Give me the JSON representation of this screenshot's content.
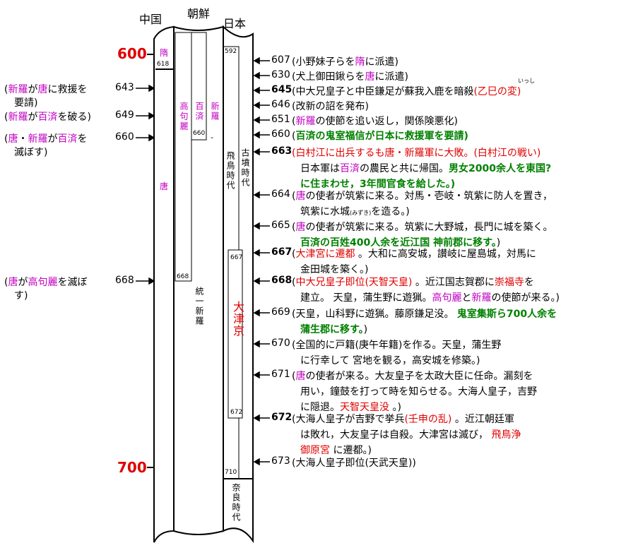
{
  "headers": {
    "china": "中国",
    "korea": "朝鮮",
    "japan": "日本"
  },
  "years": {
    "start": "600",
    "end": "700"
  },
  "china_col": {
    "sui": "隋",
    "sui_end": "618",
    "tang": "唐"
  },
  "korea_col": {
    "goguryeo": "高句麗",
    "goguryeo_end": "668",
    "baekje": "百済",
    "baekje_end": "660",
    "silla": "新羅",
    "dash": "-",
    "unified_silla": "統一新羅"
  },
  "japan_col": {
    "start_year": "592",
    "asuka": "飛鳥時代",
    "kofun": "古墳時代",
    "otsu_start": "667",
    "otsu": "大津京",
    "otsu_end": "672",
    "end_year": "710",
    "nara": "奈良時代"
  },
  "left_events": [
    {
      "year": "643",
      "parts": [
        [
          "(",
          ""
        ],
        [
          "新羅",
          "mag"
        ],
        [
          "が",
          ""
        ],
        [
          "唐",
          "mag"
        ],
        [
          "に救援を",
          ""
        ]
      ],
      "line2": "要請)"
    },
    {
      "year": "649",
      "parts": [
        [
          "(",
          ""
        ],
        [
          "新羅",
          "mag"
        ],
        [
          "が",
          ""
        ],
        [
          "百済",
          "mag"
        ],
        [
          "を破る)",
          ""
        ]
      ],
      "line2": ""
    },
    {
      "year": "660",
      "parts": [
        [
          "(",
          ""
        ],
        [
          "唐",
          "mag"
        ],
        [
          "・",
          ""
        ],
        [
          "新羅",
          "mag"
        ],
        [
          "が",
          ""
        ],
        [
          "百済",
          "mag"
        ],
        [
          "を",
          ""
        ]
      ],
      "line2": "滅ぼす)"
    },
    {
      "year": "668",
      "parts": [
        [
          "(",
          ""
        ],
        [
          "唐",
          "mag"
        ],
        [
          "が",
          ""
        ],
        [
          "高句麗",
          "mag"
        ],
        [
          "を滅ぼ",
          ""
        ]
      ],
      "line2": "す)"
    }
  ],
  "right_events": [
    {
      "year": "607",
      "bold": false,
      "lines": [
        [
          [
            "(小野妹子らを",
            ""
          ],
          [
            "隋",
            "mag"
          ],
          [
            "に派遣)",
            ""
          ]
        ]
      ]
    },
    {
      "year": "630",
      "bold": false,
      "lines": [
        [
          [
            "(犬上御田鍬らを",
            ""
          ],
          [
            "唐",
            "mag"
          ],
          [
            "に派遣)",
            ""
          ]
        ]
      ]
    },
    {
      "year": "645",
      "bold": true,
      "ruby": "いっし",
      "lines": [
        [
          [
            "(中大兄皇子と中臣鎌足が蘇我入鹿を暗殺",
            ""
          ],
          [
            "(乙巳の変)",
            "red"
          ]
        ]
      ]
    },
    {
      "year": "646",
      "bold": false,
      "lines": [
        [
          [
            "(改新の詔を発布)",
            ""
          ]
        ]
      ]
    },
    {
      "year": "651",
      "bold": false,
      "lines": [
        [
          [
            "(",
            ""
          ],
          [
            "新羅",
            "mag"
          ],
          [
            "の使節を追い返し，関係険悪化)",
            ""
          ]
        ]
      ]
    },
    {
      "year": "660",
      "bold": false,
      "lines": [
        [
          [
            "(",
            ""
          ],
          [
            "百済の鬼室福信が日本に救援軍を要請)",
            "grn"
          ]
        ]
      ]
    },
    {
      "year": "663",
      "bold": true,
      "lines": [
        [
          [
            "(白村江に出兵するも唐・新羅軍に大敗。(白村江の戦い)",
            "red"
          ]
        ],
        [
          [
            "日本軍は",
            ""
          ],
          [
            "百済",
            "mag"
          ],
          [
            "の農民と共に帰国。",
            ""
          ],
          [
            "男女2000余人を東国?",
            "grn"
          ]
        ],
        [
          [
            "に住まわせ，3年間官食を給した。)",
            "grn"
          ]
        ]
      ]
    },
    {
      "year": "664",
      "bold": false,
      "lines": [
        [
          [
            "(",
            ""
          ],
          [
            "唐",
            "mag"
          ],
          [
            "の使者が筑紫に来る。対馬・壱岐・筑紫に防人を置き，",
            ""
          ]
        ],
        [
          [
            "筑紫に水城",
            ""
          ],
          [
            "(みずき)",
            "small"
          ],
          [
            "を造る。)",
            ""
          ]
        ]
      ]
    },
    {
      "year": "665",
      "bold": false,
      "lines": [
        [
          [
            "(",
            ""
          ],
          [
            "唐",
            "mag"
          ],
          [
            "の使者が筑紫に来る。筑紫に大野城，長門に城を築く。",
            ""
          ]
        ],
        [
          [
            "百済の百姓400人余を近江国 神前郡に移す。",
            "grn"
          ],
          [
            ")",
            ""
          ]
        ]
      ]
    },
    {
      "year": "667",
      "bold": true,
      "lines": [
        [
          [
            "(",
            ""
          ],
          [
            "大津宮に遷都",
            "red"
          ],
          [
            "  。大和に高安城，讃岐に屋島城，対馬に",
            ""
          ]
        ],
        [
          [
            "金田城を築く。)",
            ""
          ]
        ]
      ]
    },
    {
      "year": "668",
      "bold": true,
      "lines": [
        [
          [
            "(",
            ""
          ],
          [
            "中大兄皇子即位(天智天皇)",
            "red"
          ],
          [
            "  。近江国志賀郡に",
            ""
          ],
          [
            "崇福寺",
            "red"
          ],
          [
            "を",
            ""
          ]
        ],
        [
          [
            "建立。 天皇，蒲生野に遊猟。",
            ""
          ],
          [
            "高句麗",
            "mag"
          ],
          [
            "と",
            ""
          ],
          [
            "新羅",
            "mag"
          ],
          [
            "の使節が来る。)",
            ""
          ]
        ]
      ]
    },
    {
      "year": "669",
      "bold": false,
      "lines": [
        [
          [
            "(天皇，山科野に遊猟。藤原鎌足没。 ",
            ""
          ],
          [
            "鬼室集斯ら700人余を",
            "grn"
          ]
        ],
        [
          [
            "蒲生郡に移す。",
            "grn"
          ],
          [
            ")",
            ""
          ]
        ]
      ]
    },
    {
      "year": "670",
      "bold": false,
      "lines": [
        [
          [
            "(全国的に戸籍(庚午年籍)を作る。天皇，蒲生野",
            ""
          ]
        ],
        [
          [
            "に行幸して  宮地を観る，高安城を修築。)",
            ""
          ]
        ]
      ]
    },
    {
      "year": "671",
      "bold": false,
      "lines": [
        [
          [
            "(",
            ""
          ],
          [
            "唐",
            "mag"
          ],
          [
            "の使者が来る。大友皇子を太政大臣に任命。漏刻を",
            ""
          ]
        ],
        [
          [
            "用い，鐘鼓を打って時を知らせる。大海人皇子，吉野",
            ""
          ]
        ],
        [
          [
            "に隠退。",
            ""
          ],
          [
            "天智天皇没",
            "red"
          ],
          [
            "  。)",
            ""
          ]
        ]
      ]
    },
    {
      "year": "672",
      "bold": true,
      "lines": [
        [
          [
            "(大海人皇子が吉野で挙兵",
            ""
          ],
          [
            "(壬申の乱)",
            "red"
          ],
          [
            "  。近江朝廷軍",
            ""
          ]
        ],
        [
          [
            "は敗れ，大友皇子は自殺。大津宮は滅び，  ",
            ""
          ],
          [
            "飛鳥浄",
            "red"
          ]
        ],
        [
          [
            "御原宮",
            "red"
          ],
          [
            "  に遷都。)",
            ""
          ]
        ]
      ]
    },
    {
      "year": "673",
      "bold": false,
      "lines": [
        [
          [
            "(大海人皇子即位(天武天皇))",
            ""
          ]
        ]
      ]
    }
  ]
}
